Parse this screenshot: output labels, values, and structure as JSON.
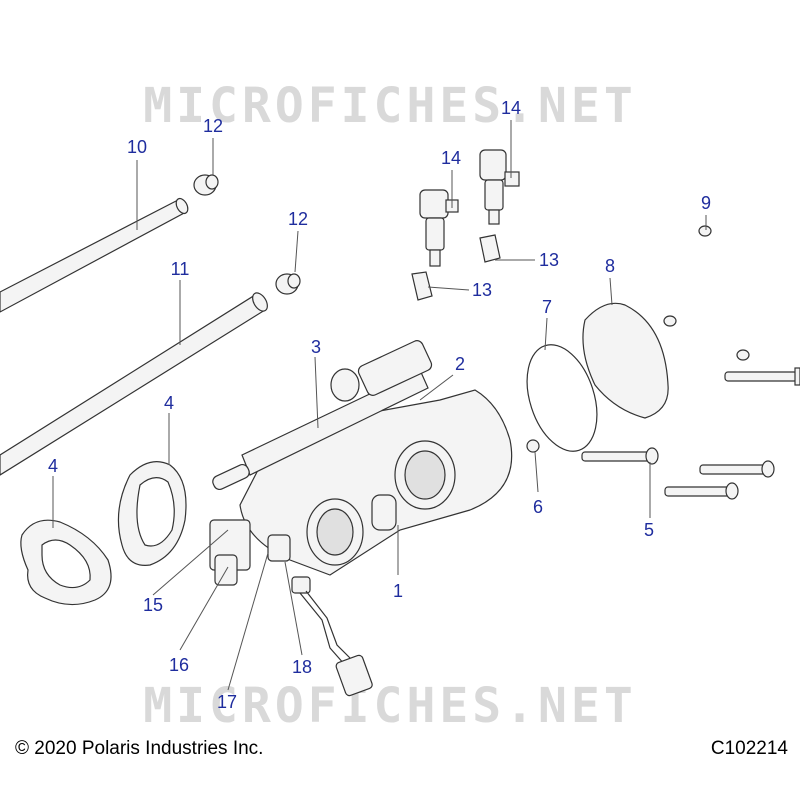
{
  "watermark": {
    "text": "MICROFICHES.NET"
  },
  "footer": {
    "copyright": "© 2020 Polaris Industries Inc.",
    "figure_code": "C102214"
  },
  "callouts": [
    {
      "id": "c1",
      "label": "1"
    },
    {
      "id": "c2",
      "label": "2"
    },
    {
      "id": "c3",
      "label": "3"
    },
    {
      "id": "c4a",
      "label": "4"
    },
    {
      "id": "c4b",
      "label": "4"
    },
    {
      "id": "c5",
      "label": "5"
    },
    {
      "id": "c6",
      "label": "6"
    },
    {
      "id": "c7",
      "label": "7"
    },
    {
      "id": "c8",
      "label": "8"
    },
    {
      "id": "c9",
      "label": "9"
    },
    {
      "id": "c10",
      "label": "10"
    },
    {
      "id": "c11",
      "label": "11"
    },
    {
      "id": "c12a",
      "label": "12"
    },
    {
      "id": "c12b",
      "label": "12"
    },
    {
      "id": "c13a",
      "label": "13"
    },
    {
      "id": "c13b",
      "label": "13"
    },
    {
      "id": "c14a",
      "label": "14"
    },
    {
      "id": "c14b",
      "label": "14"
    },
    {
      "id": "c15",
      "label": "15"
    },
    {
      "id": "c16",
      "label": "16"
    },
    {
      "id": "c17",
      "label": "17"
    },
    {
      "id": "c18",
      "label": "18"
    }
  ],
  "colors": {
    "callout": "#1f2d9e",
    "line": "#555555",
    "part_fill": "#f2f2f2",
    "watermark": "#d9d9d9"
  }
}
